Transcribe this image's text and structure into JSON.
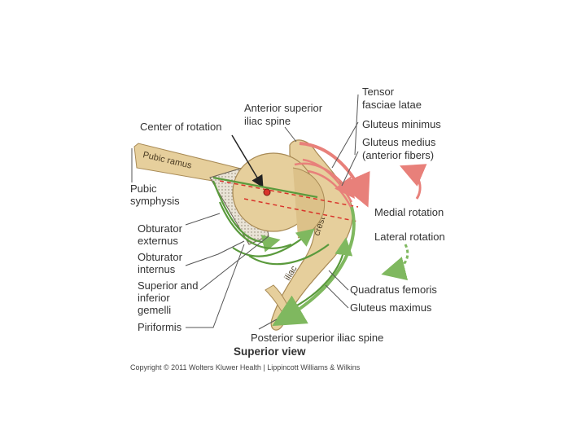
{
  "diagram": {
    "labels": {
      "tensor": "Tensor",
      "fasciae_latae": "fasciae latae",
      "asis_1": "Anterior superior",
      "asis_2": "iliac spine",
      "center_of_rotation": "Center of rotation",
      "gluteus_minimus": "Gluteus minimus",
      "gluteus_medius_1": "Gluteus medius",
      "gluteus_medius_2": "(anterior fibers)",
      "pubic_symphysis_1": "Pubic",
      "pubic_symphysis_2": "symphysis",
      "medial_rotation": "Medial rotation",
      "lateral_rotation": "Lateral rotation",
      "obturator_externus_1": "Obturator",
      "obturator_externus_2": "externus",
      "obturator_internus_1": "Obturator",
      "obturator_internus_2": "internus",
      "gemelli_1": "Superior and",
      "gemelli_2": "inferior",
      "gemelli_3": "gemelli",
      "piriformis": "Piriformis",
      "quadratus_femoris": "Quadratus femoris",
      "gluteus_maximus": "Gluteus maximus",
      "psis": "Posterior superior iliac spine",
      "view": "Superior view"
    },
    "bone_labels": {
      "pubic_ramus": "Pubic ramus",
      "iliac": "iliac",
      "crest": "crest"
    },
    "copyright": "Copyright © 2011 Wolters Kluwer Health | Lippincott Williams & Wilkins",
    "colors": {
      "bone": "#e6cf9c",
      "bone_shade": "#c9a86a",
      "medial_arrow": "#e8807a",
      "lateral_arrow": "#7fb85f",
      "muscle_line_green": "#5a9a3c",
      "axis_red": "#d9342b"
    }
  }
}
